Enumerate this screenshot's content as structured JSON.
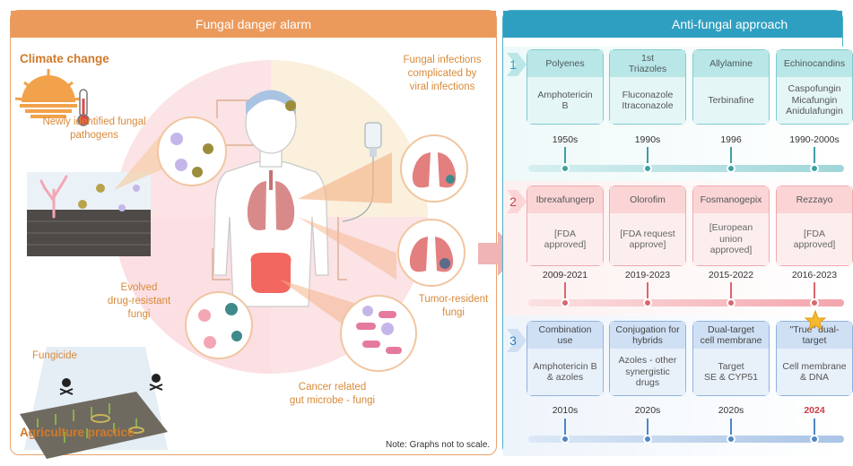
{
  "left": {
    "title": "Fungal danger alarm",
    "labels": {
      "climate": "Climate change",
      "new_pathogens": "Newly identified fungal\npathogens",
      "viral": "Fungal infections\ncomplicated by\nviral infections",
      "evolved": "Evolved\ndrug-resistant\nfungi",
      "tumor": "Tumor-resident\nfungi",
      "fungicide": "Fungicide",
      "cancer": "Cancer related\ngut microbe - fungi",
      "agriculture": "Agriculture practice",
      "note": "Note: Graphs not to scale."
    }
  },
  "right": {
    "title": "Anti-fungal approach",
    "rows": [
      {
        "num": "1",
        "cards": [
          {
            "head": "Polyenes",
            "body": "Amphotericin\nB",
            "year": "1950s"
          },
          {
            "head": "1st\nTriazoles",
            "body": "Fluconazole\nItraconazole",
            "year": "1990s"
          },
          {
            "head": "Allylamine",
            "body": "Terbinafine",
            "year": "1996"
          },
          {
            "head": "Echinocandins",
            "body": "Caspofungin\nMicafungin\nAnidulafungin",
            "year": "1990-2000s"
          }
        ]
      },
      {
        "num": "2",
        "cards": [
          {
            "head": "Ibrexafungerp",
            "body": "[FDA\napproved]",
            "year": "2009-2021"
          },
          {
            "head": "Olorofim",
            "body": "[FDA request\napprove]",
            "year": "2019-2023"
          },
          {
            "head": "Fosmanogepix",
            "body": "[European\nunion\napproved]",
            "year": "2015-2022"
          },
          {
            "head": "Rezzayo",
            "body": "[FDA\napproved]",
            "year": "2016-2023"
          }
        ]
      },
      {
        "num": "3",
        "cards": [
          {
            "head": "Combination\nuse",
            "body": "Amphotericin B\n& azoles",
            "year": "2010s"
          },
          {
            "head": "Conjugation for\nhybrids",
            "body": "Azoles - other\nsynergistic drugs",
            "year": "2020s"
          },
          {
            "head": "Dual-target\ncell membrane",
            "body": "Target\nSE & CYP51",
            "year": "2020s"
          },
          {
            "head": "\"True\" dual-target",
            "body": "Cell membrane\n& DNA",
            "year": "2024"
          }
        ]
      }
    ]
  },
  "colors": {
    "left_accent": "#ec9a5c",
    "right_accent": "#2f9fc1",
    "row1": "#7fcbd0",
    "row2": "#f0a9ad",
    "row3": "#8fb2dc",
    "highlight_year": "#d03a44"
  }
}
